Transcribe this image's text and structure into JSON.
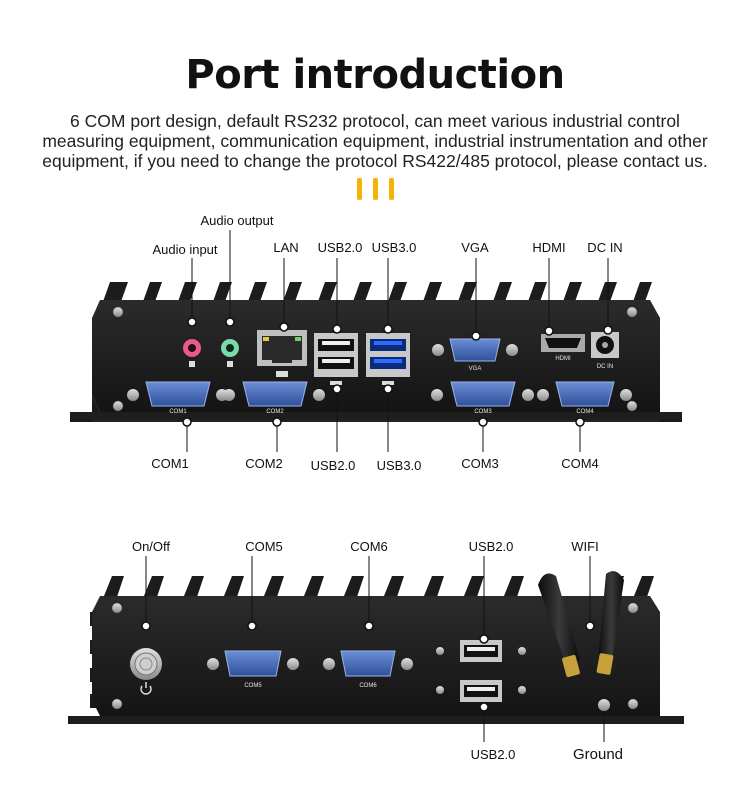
{
  "title": "Port introduction",
  "description": [
    "6 COM port design, default RS232 protocol, can meet various industrial control",
    "measuring equipment, communication equipment, industrial instrumentation and other",
    "equipment, if you need to change the protocol RS422/485 protocol, please contact us."
  ],
  "accent_color": "#f5b400",
  "top_panel": {
    "labels_above": {
      "audio_output": "Audio output",
      "audio_input": "Audio input",
      "lan": "LAN",
      "usb20": "USB2.0",
      "usb30": "USB3.0",
      "vga": "VGA",
      "hdmi": "HDMI",
      "dc_in": "DC IN"
    },
    "labels_below": {
      "com1": "COM1",
      "com2": "COM2",
      "usb20": "USB2.0",
      "usb30": "USB3.0",
      "com3": "COM3",
      "com4": "COM4"
    },
    "silkscreen": {
      "com1": "COM1",
      "com2": "COM2",
      "com3": "COM3",
      "com4": "COM4",
      "vga": "VGA",
      "hdmi": "HDMI",
      "dc_in": "DC IN"
    }
  },
  "bottom_panel": {
    "labels_above": {
      "on_off": "On/Off",
      "com5": "COM5",
      "com6": "COM6",
      "usb20": "USB2.0",
      "wifi": "WIFI"
    },
    "labels_below": {
      "usb20": "USB2.0",
      "ground": "Ground"
    },
    "silkscreen": {
      "com5": "COM5",
      "com6": "COM6"
    }
  }
}
